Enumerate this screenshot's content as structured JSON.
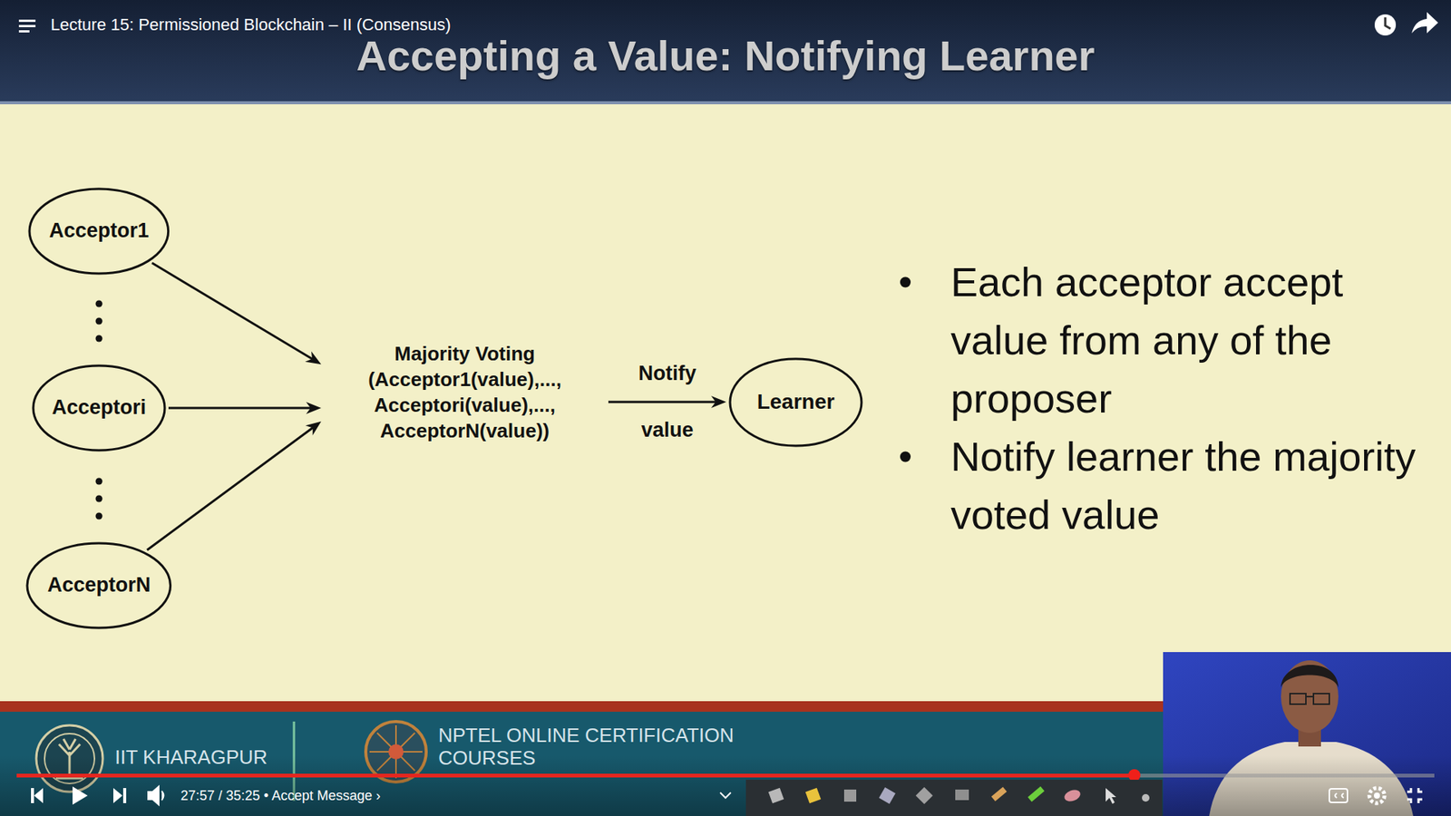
{
  "diagram": {
    "title": "Accepting a Value: Notifying Learner",
    "nodes": [
      {
        "text": [
          "Acceptor1"
        ]
      },
      {
        "text": [
          "Acceptori"
        ]
      },
      {
        "text": [
          "AcceptorN"
        ]
      },
      {
        "text": [
          "Majority Voting (Acceptor1(value),..., Acceptori(value),..., AcceptorN(value))"
        ]
      },
      {
        "text": [
          "Learner"
        ]
      }
    ],
    "edges": [
      {
        "from": 0,
        "to": 3,
        "arrow": "to"
      },
      {
        "from": 1,
        "to": 3,
        "arrow": "to"
      },
      {
        "from": 2,
        "to": 3,
        "arrow": "to"
      },
      {
        "from": 3,
        "to": 4,
        "label": "Notify value",
        "arrow": "to"
      }
    ],
    "labels": [
      "Lecture 15: Permissioned Blockchain – II (Consensus)",
      "Each acceptor accept value from any of the proposer",
      "Notify learner the majority voted value",
      "IIT KHARAGPUR",
      "NPTEL ONLINE CERTIFICATION COURSES",
      "27:57 / 35:25 • Accept Message ›"
    ]
  }
}
